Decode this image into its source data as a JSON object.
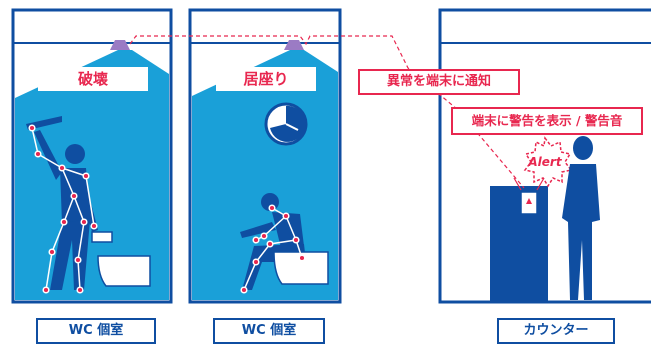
{
  "rooms": [
    {
      "caption": "WC 個室",
      "event_label": "破壊"
    },
    {
      "caption": "WC 個室",
      "event_label": "居座り"
    },
    {
      "caption": "カウンター"
    }
  ],
  "notify_label": "異常を端末に通知",
  "terminal_label": "端末に警告を表示 / 警告音",
  "alert_text": "Alert",
  "colors": {
    "navy": "#0f4ea1",
    "sky": "#1aa0d8",
    "light_blue": "#bfe5f4",
    "alert_red": "#e8274f",
    "sensor_purple": "#9b7bc4"
  }
}
